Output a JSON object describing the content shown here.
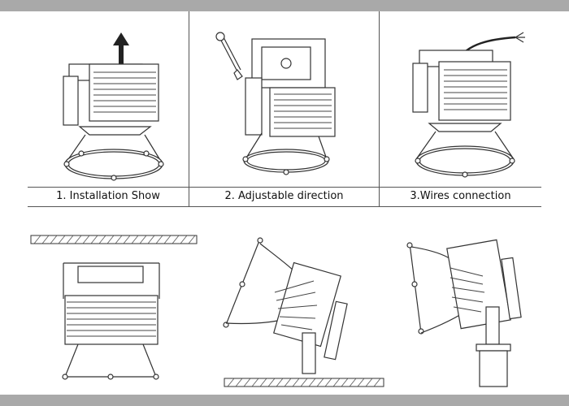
{
  "captions": {
    "installation": "1. Installation Show",
    "adjustable": "2. Adjustable direction",
    "wires": "3.Wires connection"
  },
  "icons": [
    "upward-arrow-icon",
    "wrench-icon",
    "wire-cable-icon"
  ],
  "colors": {
    "border": "#a9a9a9",
    "background": "#ffffff",
    "line": "#333333"
  }
}
